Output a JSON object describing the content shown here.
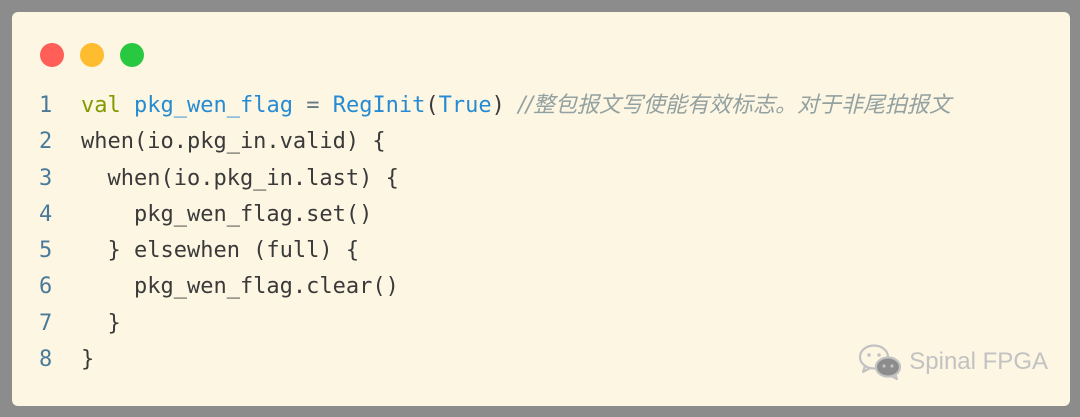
{
  "window": {
    "controls": [
      {
        "name": "close",
        "color": "#ff5f57"
      },
      {
        "name": "minimize",
        "color": "#febc2e"
      },
      {
        "name": "zoom",
        "color": "#28c840"
      }
    ]
  },
  "code": {
    "lines": [
      {
        "number": "1",
        "tokens": [
          {
            "type": "kw",
            "text": "val"
          },
          {
            "type": "plain",
            "text": " "
          },
          {
            "type": "var",
            "text": "pkg_wen_flag"
          },
          {
            "type": "plain",
            "text": " "
          },
          {
            "type": "op",
            "text": "="
          },
          {
            "type": "plain",
            "text": " "
          },
          {
            "type": "fn",
            "text": "RegInit"
          },
          {
            "type": "plain",
            "text": "("
          },
          {
            "type": "fn",
            "text": "True"
          },
          {
            "type": "plain",
            "text": ") "
          },
          {
            "type": "comment",
            "text": "//整包报文写使能有效标志。对于非尾拍报文"
          }
        ]
      },
      {
        "number": "2",
        "tokens": [
          {
            "type": "plain",
            "text": "when(io.pkg_in.valid) {"
          }
        ]
      },
      {
        "number": "3",
        "tokens": [
          {
            "type": "plain",
            "text": "  when(io.pkg_in.last) {"
          }
        ]
      },
      {
        "number": "4",
        "tokens": [
          {
            "type": "plain",
            "text": "    pkg_wen_flag.set()"
          }
        ]
      },
      {
        "number": "5",
        "tokens": [
          {
            "type": "plain",
            "text": "  } elsewhen (full) {"
          }
        ]
      },
      {
        "number": "6",
        "tokens": [
          {
            "type": "plain",
            "text": "    pkg_wen_flag.clear()"
          }
        ]
      },
      {
        "number": "7",
        "tokens": [
          {
            "type": "plain",
            "text": "  }"
          }
        ]
      },
      {
        "number": "8",
        "tokens": [
          {
            "type": "plain",
            "text": "}"
          }
        ]
      }
    ]
  },
  "watermark": {
    "icon": "wechat-icon",
    "text": "Spinal FPGA"
  }
}
